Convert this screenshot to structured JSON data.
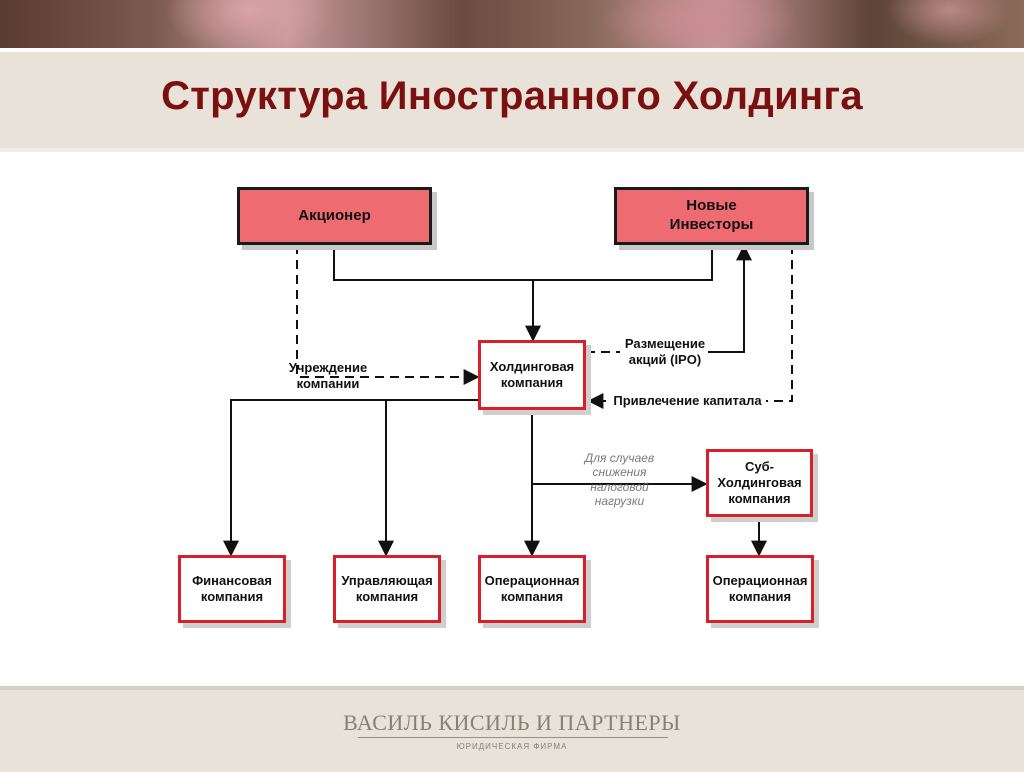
{
  "title": "Структура Иностранного Холдинга",
  "boxes": {
    "shareholder": "Акционер",
    "new_investors": "Новые\nИнвесторы",
    "holding": "Холдинговая\nкомпания",
    "sub_holding": "Суб-\nХолдинговая\nкомпания",
    "financial": "Финансовая\nкомпания",
    "managing": "Управляющая\nкомпания",
    "operating_1": "Операционная\nкомпания",
    "operating_2": "Операционная\nкомпания"
  },
  "labels": {
    "establishment": "Учреждение\nкомпании",
    "ipo": "Размещение\nакций (IPO)",
    "capital": "Привлечение капитала",
    "tax_note": "Для случаев\nснижения\nналоговой\nнагрузки"
  },
  "footer": {
    "firm": "ВАСИЛЬ КИСИЛЬ И ПАРТНЕРЫ",
    "subtitle": "ЮРИДИЧЕСКАЯ ФИРМА"
  },
  "colors": {
    "title": "#7a1010",
    "top_box_fill": "#ef6b72",
    "box_border": "#d9202a"
  }
}
